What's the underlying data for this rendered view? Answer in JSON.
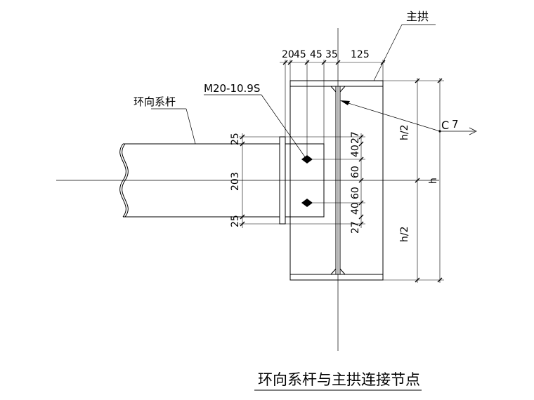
{
  "labels": {
    "main_arch": "主拱",
    "ring_tie": "环向系杆",
    "bolt_spec": "M20-10.9S",
    "section_mark": "C",
    "section_number": "7"
  },
  "dimensions": {
    "top": [
      "20",
      "45",
      "45",
      "35",
      "125"
    ],
    "left": [
      "25",
      "203",
      "25"
    ],
    "right_holes": [
      "27",
      "40",
      "60",
      "60",
      "40",
      "27"
    ],
    "right_height": [
      "h/2",
      "h",
      "h/2"
    ]
  },
  "title": "环向系杆与主拱连接节点"
}
